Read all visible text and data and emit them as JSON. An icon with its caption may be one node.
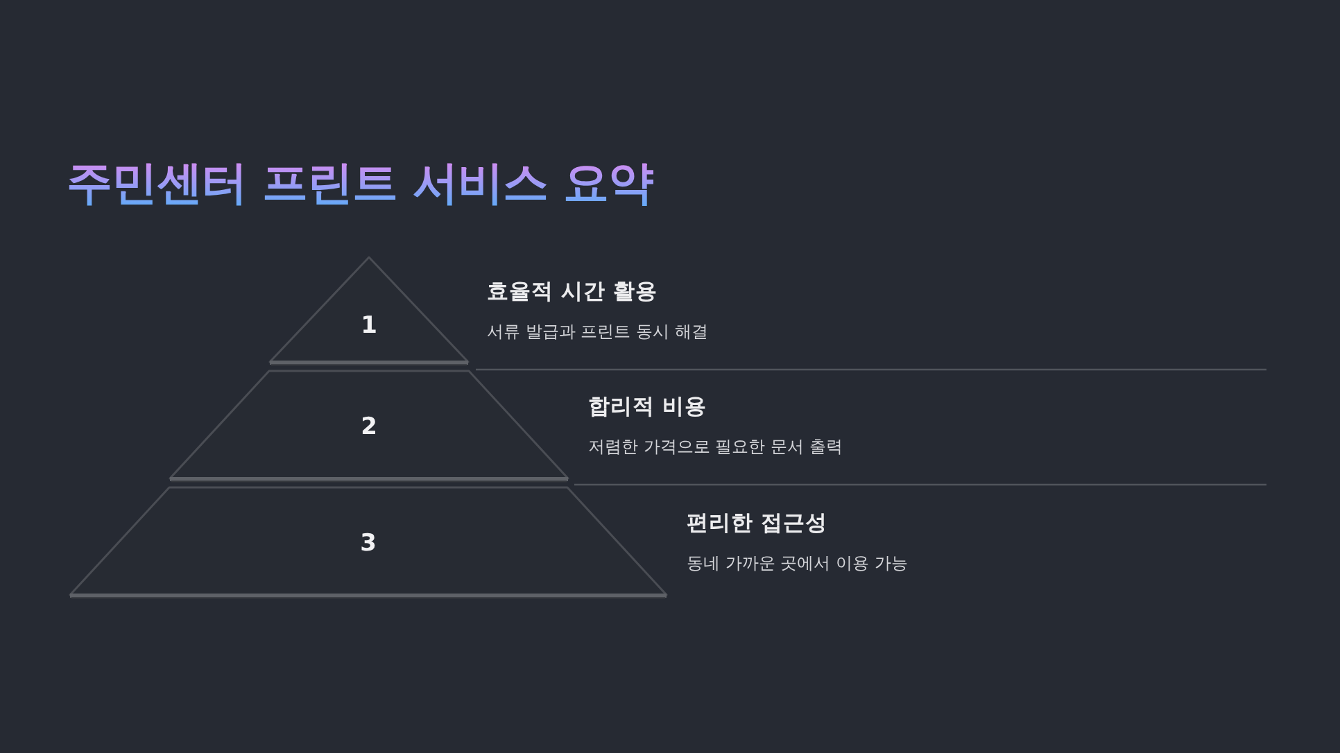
{
  "diagram": {
    "title": "주민센터 프린트 서비스 요약",
    "nodes": [
      {
        "text": [
          "1"
        ],
        "beside": [
          "효율적 시간 활용",
          "서류 발급과 프린트 동시 해결"
        ]
      },
      {
        "text": [
          "2"
        ],
        "beside": [
          "합리적 비용",
          "저렴한 가격으로 필요한 문서 출력"
        ]
      },
      {
        "text": [
          "3"
        ],
        "beside": [
          "편리한 접근성",
          "동네 가까운 곳에서 이용 가능"
        ]
      }
    ]
  }
}
